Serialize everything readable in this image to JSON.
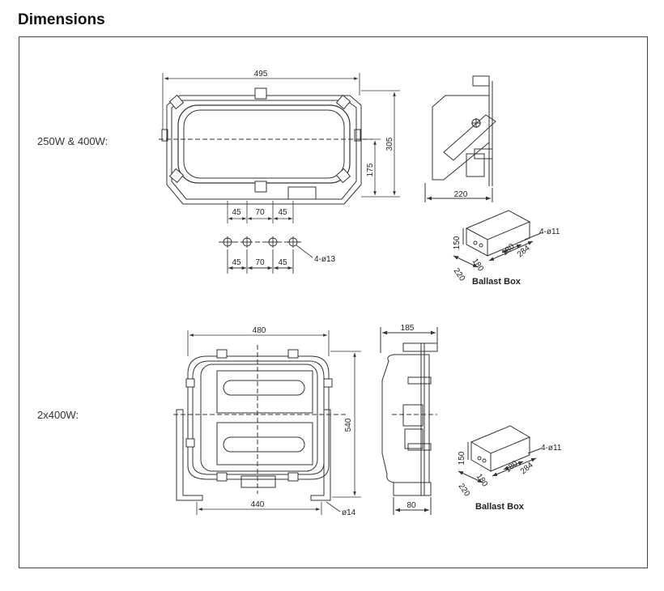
{
  "page": {
    "title": "Dimensions"
  },
  "row1": {
    "label": "250W & 400W:",
    "front": {
      "width": "495",
      "height": "305",
      "mount_height": "175",
      "spacing_a": "45",
      "spacing_b": "70",
      "spacing_c": "45"
    },
    "plate": {
      "spacing_a": "45",
      "spacing_b": "70",
      "spacing_c": "45",
      "holes": "4-ø13"
    },
    "side": {
      "depth": "220"
    },
    "ballast": {
      "caption": "Ballast Box",
      "holes": "4-ø11",
      "height": "150",
      "depth": "220",
      "inner": "180",
      "length": "284",
      "spacing": "180"
    }
  },
  "row2": {
    "label": "2x400W:",
    "front": {
      "width": "480",
      "height": "540",
      "base_width": "440",
      "hole": "ø14"
    },
    "side": {
      "depth": "185",
      "base": "80"
    },
    "ballast": {
      "caption": "Ballast Box",
      "holes": "4-ø11",
      "height": "150",
      "depth": "220",
      "inner": "180",
      "length": "284",
      "spacing": "180"
    }
  }
}
